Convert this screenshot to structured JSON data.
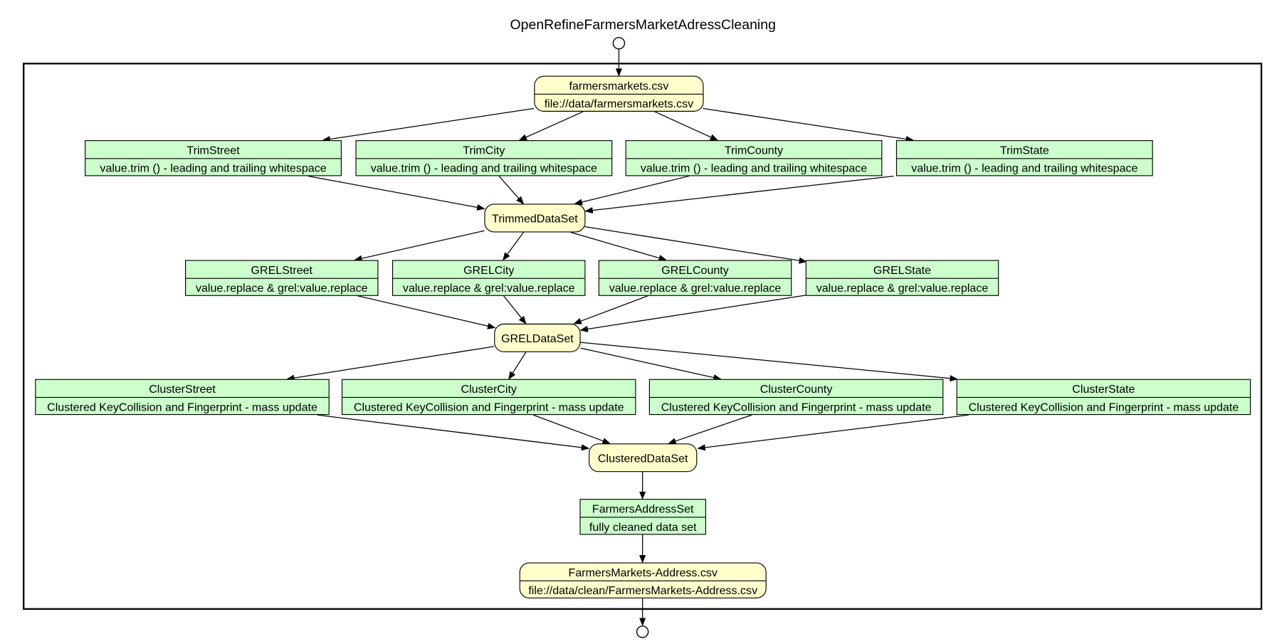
{
  "diagram": {
    "title": "OpenRefineFarmersMarketAdressCleaning",
    "colors": {
      "process_fill": "#ccffcc",
      "data_fill": "#ffffcc",
      "stroke": "#000000"
    },
    "nodes": {
      "farmers_csv": {
        "name": "farmersmarkets.csv",
        "detail": "file://data/farmersmarkets.csv"
      },
      "trim_street": {
        "name": "TrimStreet",
        "detail": "value.trim () - leading and trailing whitespace"
      },
      "trim_city": {
        "name": "TrimCity",
        "detail": "value.trim () - leading and trailing whitespace"
      },
      "trim_county": {
        "name": "TrimCounty",
        "detail": "value.trim () - leading and trailing whitespace"
      },
      "trim_state": {
        "name": "TrimState",
        "detail": "value.trim () - leading and trailing whitespace"
      },
      "trimmed_dataset": {
        "name": "TrimmedDataSet"
      },
      "grel_street": {
        "name": "GRELStreet",
        "detail": "value.replace & grel:value.replace"
      },
      "grel_city": {
        "name": "GRELCity",
        "detail": "value.replace & grel:value.replace"
      },
      "grel_county": {
        "name": "GRELCounty",
        "detail": "value.replace & grel:value.replace"
      },
      "grel_state": {
        "name": "GRELState",
        "detail": "value.replace & grel:value.replace"
      },
      "grel_dataset": {
        "name": "GRELDataSet"
      },
      "cluster_street": {
        "name": "ClusterStreet",
        "detail": "Clustered KeyCollision and Fingerprint - mass update"
      },
      "cluster_city": {
        "name": "ClusterCity",
        "detail": "Clustered KeyCollision and Fingerprint - mass update"
      },
      "cluster_county": {
        "name": "ClusterCounty",
        "detail": "Clustered KeyCollision and Fingerprint - mass update"
      },
      "cluster_state": {
        "name": "ClusterState",
        "detail": "Clustered KeyCollision and Fingerprint - mass update"
      },
      "clustered_dataset": {
        "name": "ClusteredDataSet"
      },
      "farmers_address_set": {
        "name": "FarmersAddressSet",
        "detail": "fully cleaned data set"
      },
      "output_csv": {
        "name": "FarmersMarkets-Address.csv",
        "detail": "file://data/clean/FarmersMarkets-Address.csv"
      }
    }
  }
}
